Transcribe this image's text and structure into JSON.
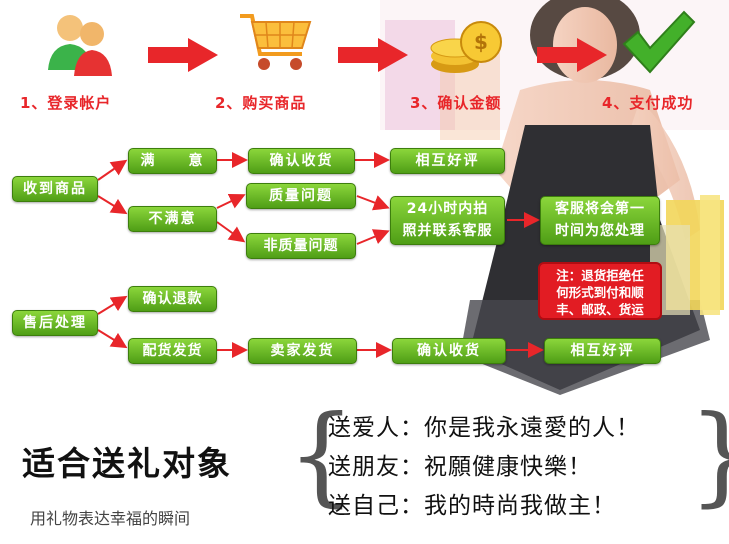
{
  "steps": [
    {
      "label": "1、登录帐户",
      "icon": "users-icon"
    },
    {
      "label": "2、购买商品",
      "icon": "shopping-cart-icon"
    },
    {
      "label": "3、确认金额",
      "icon": "gold-coins-icon"
    },
    {
      "label": "4、支付成功",
      "icon": "checkmark-icon"
    }
  ],
  "flow": {
    "received": "收到商品",
    "satisfied": "满　　意",
    "confirm_receipt_1": "确认收货",
    "review_1": "相互好评",
    "unsatisfied": "不满意",
    "quality_issue": "质量问题",
    "non_quality_issue": "非质量问题",
    "photo_line1": "24小时内拍",
    "photo_line2": "照并联系客服",
    "service_line1": "客服将会第一",
    "service_line2": "时间为您处理",
    "note_line1": "注：退货拒绝任",
    "note_line2": "何形式到付和顺",
    "note_line3": "丰、邮政、货运",
    "after_sales": "售后处理",
    "confirm_refund": "确认退款",
    "ship": "配货发货",
    "seller_ship": "卖家发货",
    "confirm_receipt_2": "确认收货",
    "review_2": "相互好评"
  },
  "gift": {
    "title": "适合送礼对象",
    "subtitle": "用礼物表达幸福的瞬间",
    "lines": [
      "送爱人：你是我永遠愛的人！",
      "送朋友：祝願健康快樂！",
      "送自己：我的時尚我做主！"
    ]
  },
  "colors": {
    "accent_red": "#e8262a",
    "pill_green": "#5aab1c"
  }
}
